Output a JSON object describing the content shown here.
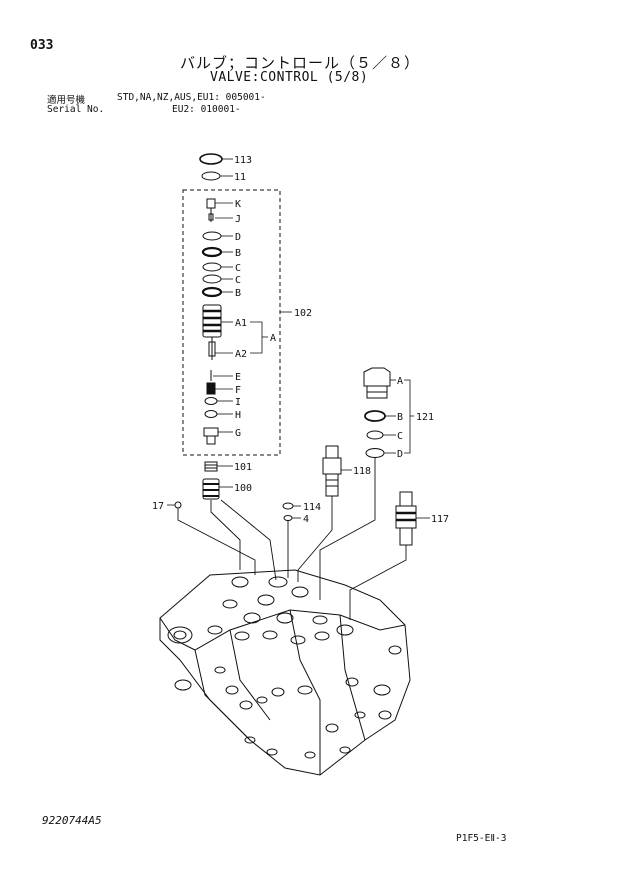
{
  "page_number": "033",
  "title_jp": "バルブ；コントロール（５／８）",
  "title_en": "VALVE:CONTROL (5/8)",
  "header": {
    "applicable_label": "適用号機",
    "serial_label": "Serial No.",
    "line1": "STD,NA,NZ,AUS,EU1: 005001-",
    "line2": "EU2: 010001-"
  },
  "labels": {
    "p113": "113",
    "p11": "11",
    "pK": "K",
    "pJ": "J",
    "pD": "D",
    "pB": "B",
    "pC1": "C",
    "pC2": "C",
    "pB2": "B",
    "pA1": "A1",
    "pA": "A",
    "pA2": "A2",
    "pE": "E",
    "pF": "F",
    "pI": "I",
    "pH": "H",
    "pG": "G",
    "p102": "102",
    "p101": "101",
    "p100": "100",
    "p17": "17",
    "p114": "114",
    "p4": "4",
    "p118": "118",
    "p117": "117",
    "p121": "121",
    "r121A": "A",
    "r121B": "B",
    "r121C": "C",
    "r121D": "D"
  },
  "doc_number": "9220744A5",
  "sheet_id": "P1F5-EⅡ-3"
}
